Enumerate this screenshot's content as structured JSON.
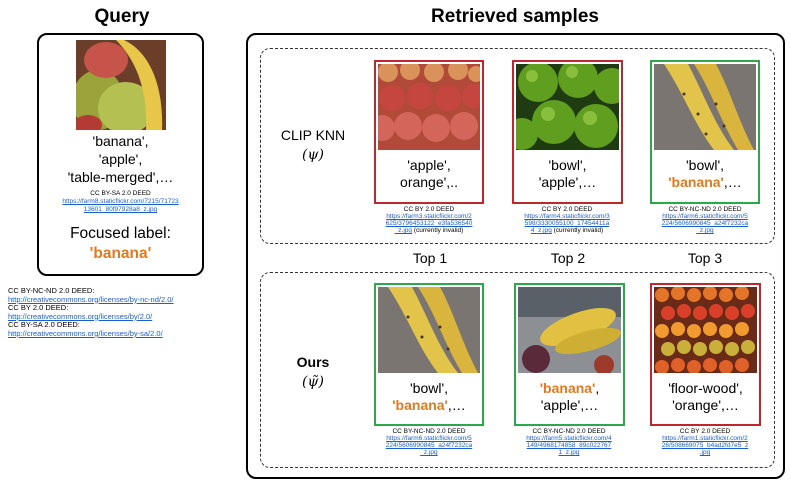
{
  "headers": {
    "query": "Query",
    "retrieved": "Retrieved samples"
  },
  "query": {
    "labels": [
      "'banana',",
      "'apple',",
      "'table-merged',…"
    ],
    "license": "CC BY-SA 2.0 DEED",
    "url_lines": [
      "https://farm8.staticflickr.com/7215/71723",
      "13601_80f97928a8_z.jpg"
    ],
    "focused_label_text": "Focused label:",
    "focused_label_value": "'banana'"
  },
  "legend": [
    {
      "name": "CC BY-NC-ND 2.0 DEED:",
      "url": "http://creativecommons.org/licenses/by-nc-nd/2.0/"
    },
    {
      "name": "CC BY 2.0 DEED:",
      "url": "http://creativecommons.org/licenses/by/2.0/"
    },
    {
      "name": "CC BY-SA 2.0 DEED:",
      "url": "http://creativecommons.org/licenses/by-sa/2.0/"
    }
  ],
  "rows": {
    "clip": {
      "name": "CLIP KNN",
      "symbol": "(ψ)"
    },
    "ours": {
      "name": "Ours",
      "symbol": "(ψ̃)"
    }
  },
  "tops": [
    "Top 1",
    "Top 2",
    "Top 3"
  ],
  "clip_cards": [
    {
      "border": "red",
      "l1": "'apple',",
      "l2": "orange',..",
      "l2_orange": false,
      "license": "CC BY 2.0 DEED",
      "url": [
        "https://farm3.staticflickr.com/2",
        "625/3796453122_e3fa536540",
        "_z.jpg"
      ],
      "note": "(currently invalid)"
    },
    {
      "border": "red",
      "l1": "'bowl',",
      "l2": "'apple',…",
      "l2_orange": false,
      "license": "CC BY 2.0 DEED",
      "url": [
        "https://farm4.staticflickr.com/3",
        "598/3330055100_17454411a",
        "4_z.jpg"
      ],
      "note": "(currently invalid)"
    },
    {
      "border": "green",
      "l1": "'bowl',",
      "l2a": "'banana'",
      "l2b": ",…",
      "l2_orange": true,
      "license": "CC BY-NC-ND 2.0 DEED",
      "url": [
        "https://farm6.staticflickr.com/5",
        "224/5606990845_a24f7232ca",
        "_z.jpg"
      ],
      "note": ""
    }
  ],
  "ours_cards": [
    {
      "border": "green",
      "l1": "'bowl',",
      "l2a": "'banana'",
      "l2b": ",…",
      "license": "CC BY-NC-ND 2.0 DEED",
      "url": [
        "https://farm6.staticflickr.com/5",
        "224/5606990845_a24f7232ca",
        "_z.jpg"
      ]
    },
    {
      "border": "green",
      "l1a": "'banana'",
      "l1b": ",",
      "l2": "'apple',…",
      "license": "CC BY-NC-ND 2.0 DEED",
      "url": [
        "https://farm5.staticflickr.com/4",
        "149/4968174858_89c022767",
        "1_z.jpg"
      ]
    },
    {
      "border": "red",
      "l1": "'floor-wood',",
      "l2": "'orange',…",
      "license": "CC BY 2.0 DEED",
      "url": [
        "https://farm1.staticflickr.com/2",
        "26/508669075_b4ad2fd7e5_z",
        ".jpg"
      ]
    }
  ],
  "colors": {
    "red": "#c0262d",
    "green": "#2aa84a",
    "orange": "#e07a1f",
    "link": "#1a5fd0"
  }
}
